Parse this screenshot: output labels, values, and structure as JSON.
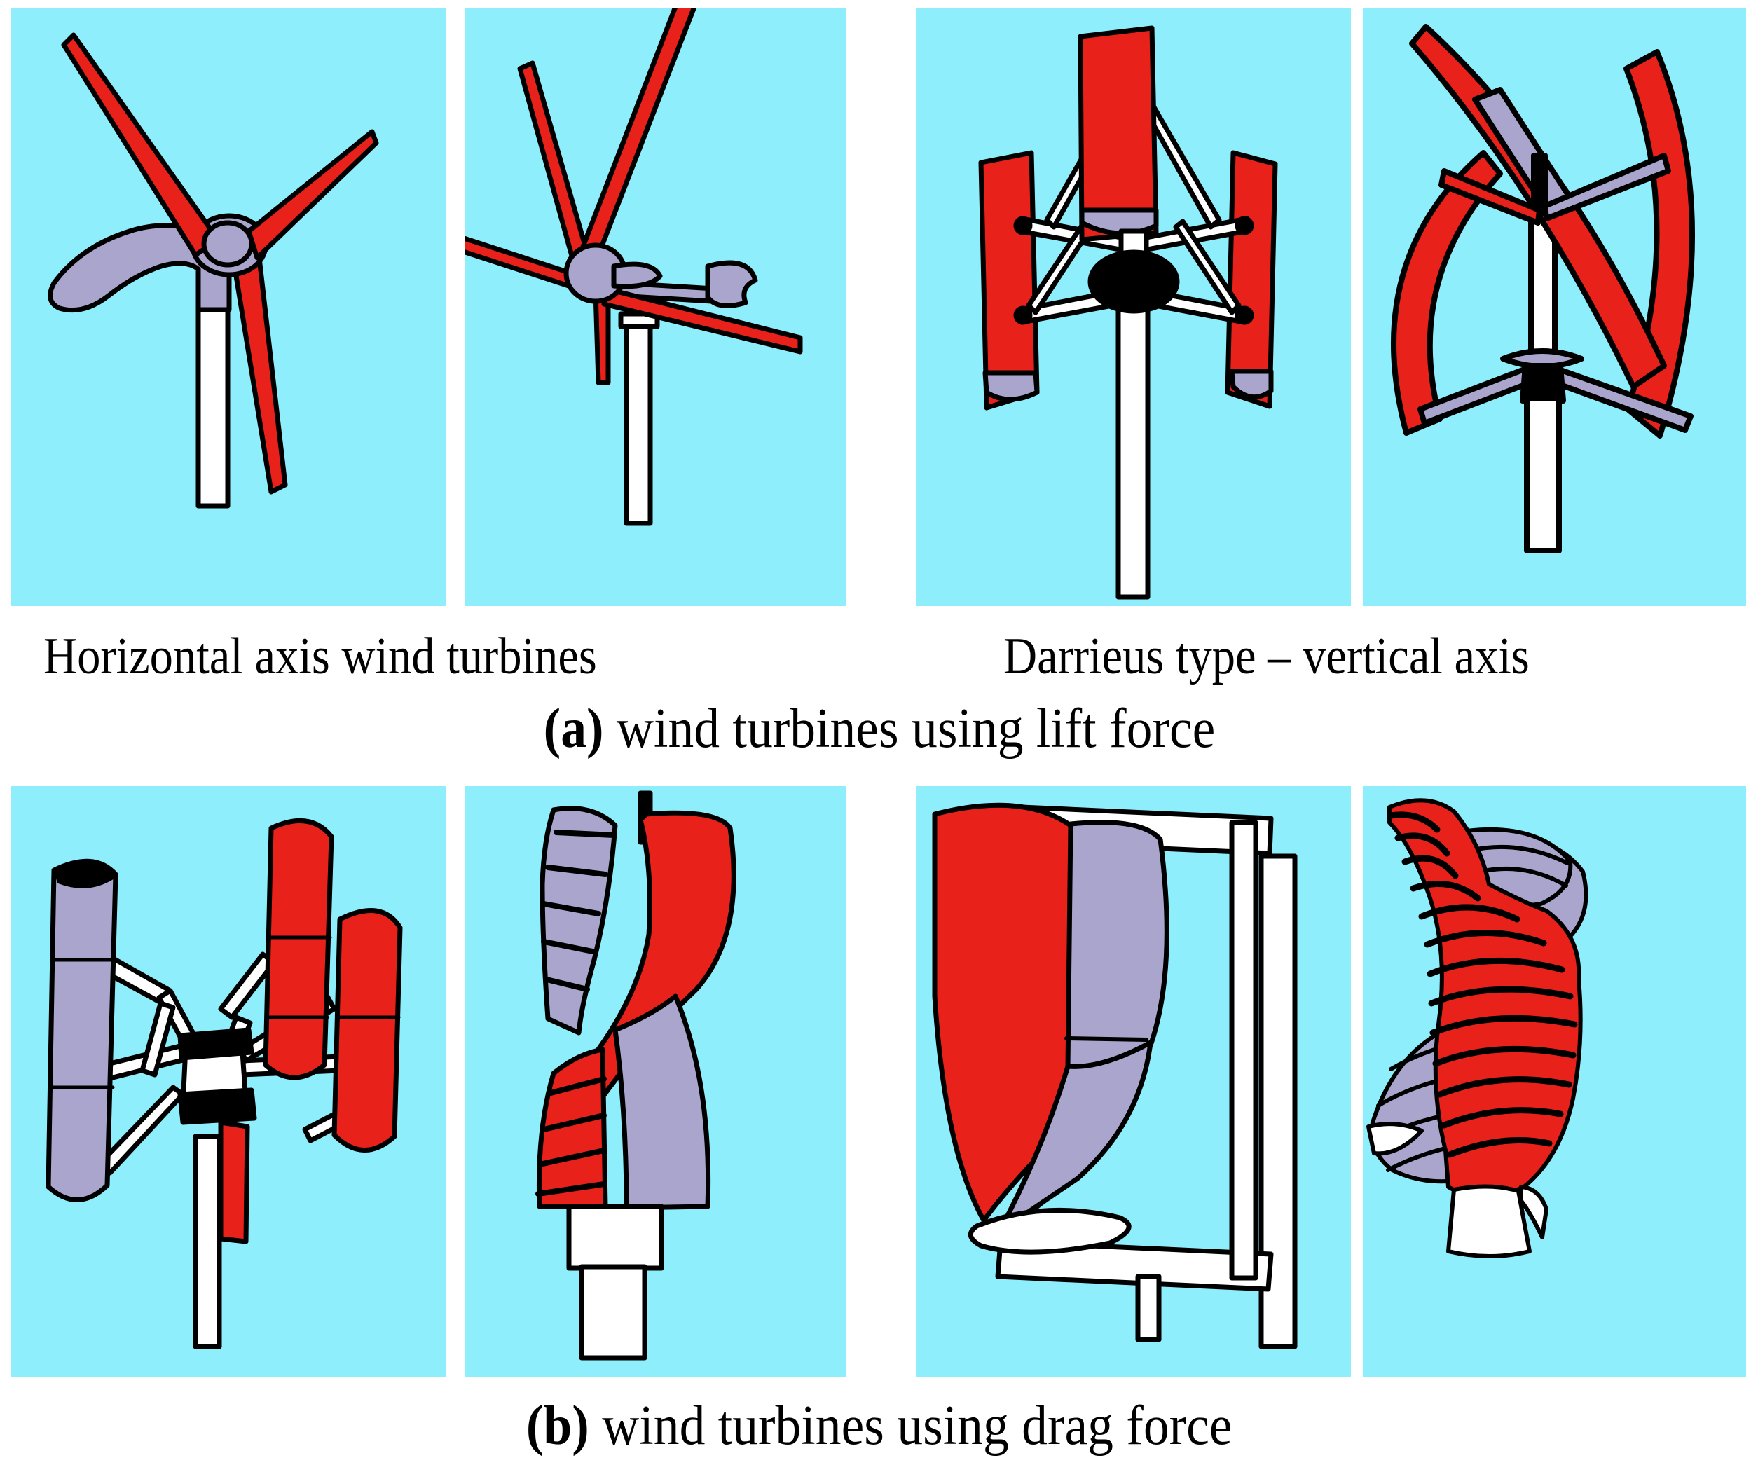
{
  "figure": {
    "background_color": "#ffffff",
    "panel_background_color": "#8FEEFB",
    "blade_red": "#E8211A",
    "blade_purple": "#A9A5CC",
    "tower_white": "#FFFFFF",
    "outline_black": "#000000"
  },
  "row_a": {
    "labels": {
      "left": "Horizontal axis wind turbines",
      "right": "Darrieus type – vertical axis"
    },
    "caption": {
      "tag": "(a)",
      "text": " wind turbines using lift force"
    },
    "panels": [
      {
        "name": "horizontal-axis-three-blade-turbine",
        "blades": 3
      },
      {
        "name": "horizontal-axis-five-blade-turbine",
        "blades": 5
      },
      {
        "name": "darrieus-h-rotor-straight-blade-turbine",
        "blades": 3
      },
      {
        "name": "darrieus-curved-blade-turbine",
        "blades": 3
      }
    ]
  },
  "row_b": {
    "caption": {
      "tag": "(b)",
      "text": " wind turbines using drag force"
    },
    "panels": [
      {
        "name": "multi-cup-drag-rotor",
        "blades": 4
      },
      {
        "name": "helical-savonius-rotor",
        "blades": 2
      },
      {
        "name": "savonius-s-rotor-in-frame",
        "blades": 2
      },
      {
        "name": "twisted-savonius-drag-rotor",
        "blades": 2
      }
    ]
  }
}
